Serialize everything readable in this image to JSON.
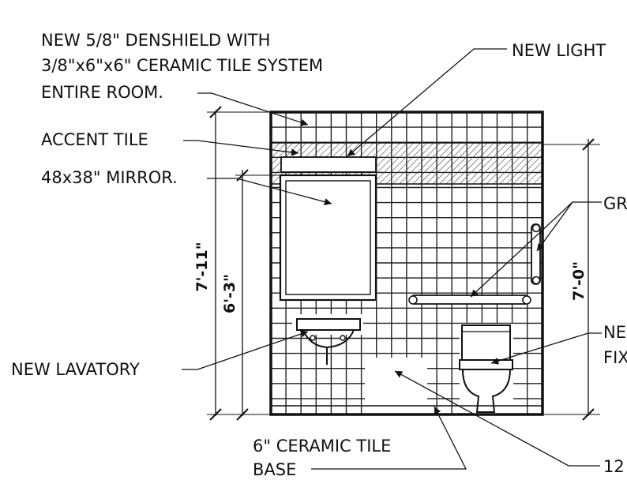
{
  "labels": {
    "wall_finish_line1": "NEW 5/8\" DENSHIELD WITH",
    "wall_finish_line2": "3/8\"x6\"x6\" CERAMIC TILE SYSTEM",
    "wall_finish_line3": "ENTIRE ROOM.",
    "accent_tile": "ACCENT TILE",
    "mirror": "48x38\" MIRROR.",
    "lavatory": "NEW LAVATORY",
    "light": "NEW LIGHT",
    "grab_bars": "GR",
    "fixture_line1": "NE",
    "fixture_line2": "FIX",
    "base_line1": "6\" CERAMIC TILE",
    "base_line2": "BASE",
    "access_panel": "12"
  },
  "dimensions": {
    "overall_height": "7'-11\"",
    "mirror_top_height": "6'-3\"",
    "right_height": "7'-0\""
  }
}
